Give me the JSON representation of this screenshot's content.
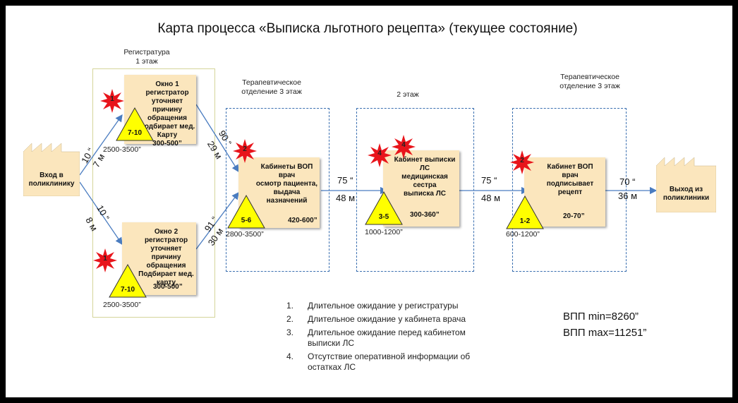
{
  "title": "Карта процесса «Выписка льготного рецепта» (текущее состояние)",
  "zones": {
    "registry": {
      "label": "Регистратура\n1 этаж"
    },
    "therapy1": {
      "label": "Терапевтическое\nотделение 3 этаж"
    },
    "floor2": {
      "label": "2 этаж"
    },
    "therapy2": {
      "label": "Терапевтическое\nотделение 3 этаж"
    }
  },
  "entry": {
    "label": "Вход в\nполиклинику"
  },
  "exit": {
    "label": "Выход из\nполиклиники"
  },
  "processes": {
    "window1": {
      "text": "Окно 1\nрегистратор\nуточняет причину\nобращения\nПодбирает мед.\nКарту\n300-500”",
      "burst": "1",
      "triangle": "7-10",
      "wait": "2500-3500”"
    },
    "window2": {
      "text": "Окно 2\nрегистратор\nуточняет причину\nобращения\nПодбирает мед.\nкарту",
      "time": "300-500”",
      "burst": "1",
      "triangle": "7-10",
      "wait": "2500-3500”"
    },
    "vop": {
      "text": "Кабинеты ВОП\nврач\nосмотр пациента,\nвыдача\nназначений",
      "time": "420-600”",
      "burst": "2",
      "triangle": "5-6",
      "wait": "2800-3500”"
    },
    "pharmacy": {
      "text": "Кабинет выписки\nЛС\nмедицинская\nсестра\nвыписка ЛС",
      "time": "300-360”",
      "burst": "4",
      "burst2": "4",
      "triangle": "3-5",
      "wait": "1000-1200”"
    },
    "vop2": {
      "text": "Кабинет ВОП\nврач\nподписывает рецепт",
      "time": "20-70”",
      "burst": "2",
      "triangle": "1-2",
      "wait": "600-1200”"
    }
  },
  "edges": {
    "e1_time": "10 “",
    "e1_dist": "7 м",
    "e2_time": "10 “",
    "e2_dist": "8 м",
    "e3_time": "90 “",
    "e3_dist": "29 м",
    "e4_time": "91 “",
    "e4_dist": "30 м",
    "e5_time": "75 “",
    "e5_dist": "48 м",
    "e6_time": "75 “",
    "e6_dist": "48 м",
    "e7_time": "70 “",
    "e7_dist": "36 м"
  },
  "notes": [
    {
      "num": "1.",
      "text": "Длительное ожидание у регистратуры"
    },
    {
      "num": "2.",
      "text": "Длительное ожидание у кабинета врача"
    },
    {
      "num": "3.",
      "text": "Длительное ожидание перед кабинетом выписки ЛС"
    },
    {
      "num": "4.",
      "text": "Отсутствие оперативной информации об остатках ЛС"
    }
  ],
  "vpp_min": "ВПП min=8260”",
  "vpp_max": "ВПП max=11251”",
  "colors": {
    "process_fill": "#fbe6bd",
    "triangle_fill": "#ffff00",
    "burst_fill": "#e8141b",
    "arrow": "#4a7cc0"
  }
}
